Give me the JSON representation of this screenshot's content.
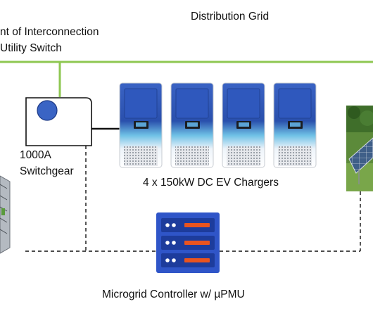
{
  "title": "Distribution Grid",
  "poi_label": {
    "line1": "nt of Interconnection",
    "line2": "Utility Switch"
  },
  "switchgear_label": {
    "line1": "1000A",
    "line2": "Switchgear"
  },
  "chargers_label": "4 x 150kW DC EV Chargers",
  "controller_label": "Microgrid Controller w/ µPMU",
  "colors": {
    "grid_line": "#8ec751",
    "connection": "#111111",
    "switch_indicator": "#3a64c4",
    "charger_blue": "#2d56b3",
    "server_blue": "#2f55c8",
    "server_accent": "#e9541f"
  },
  "icons": {
    "switchgear": "switchgear-icon",
    "charger": "ev-charger-icon",
    "controller": "server-rack-icon",
    "battery": "battery-storage-icon",
    "solar": "solar-panel-icon"
  }
}
